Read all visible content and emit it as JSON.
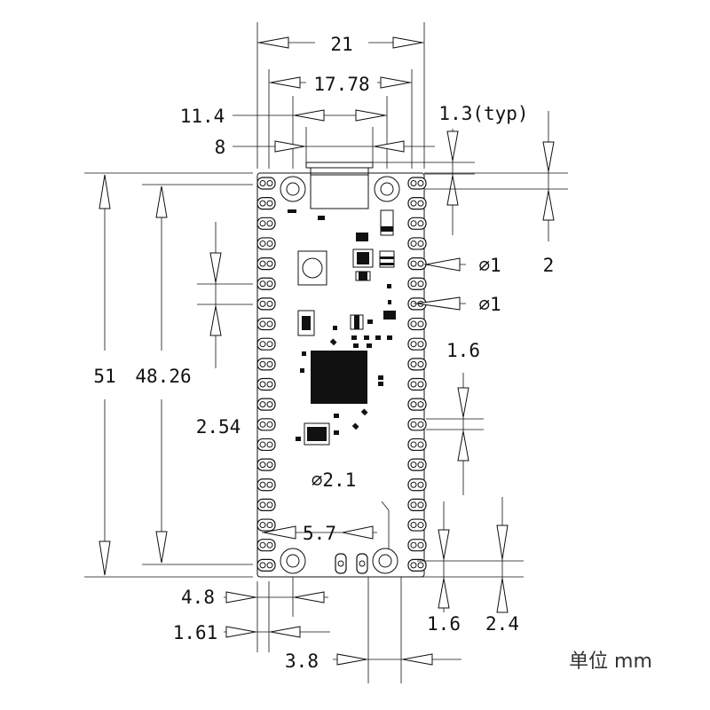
{
  "diagram": {
    "dimensions": {
      "board_width": "21",
      "header_pitch_span": "17.78",
      "usb_width": "11.4",
      "usb_offset": "8",
      "edge_thickness": "1.3(typ)",
      "usb_overhang": "2",
      "hole_dia_top": "∅1",
      "hole_dia_mid": "∅1",
      "board_length": "51",
      "hole_span_vertical": "48.26",
      "pin_pitch": "2.54",
      "pad_height": "1.6",
      "mount_hole_dia": "∅2.1",
      "hole_spacing_bottom": "5.7",
      "hole_x_offset": "4.8",
      "pad_offset": "1.61",
      "bottom_pad_spacing": "3.8",
      "bottom_pad_height": "1.6",
      "hole_y_offset": "2.4"
    },
    "unit_label": "单位 mm"
  }
}
